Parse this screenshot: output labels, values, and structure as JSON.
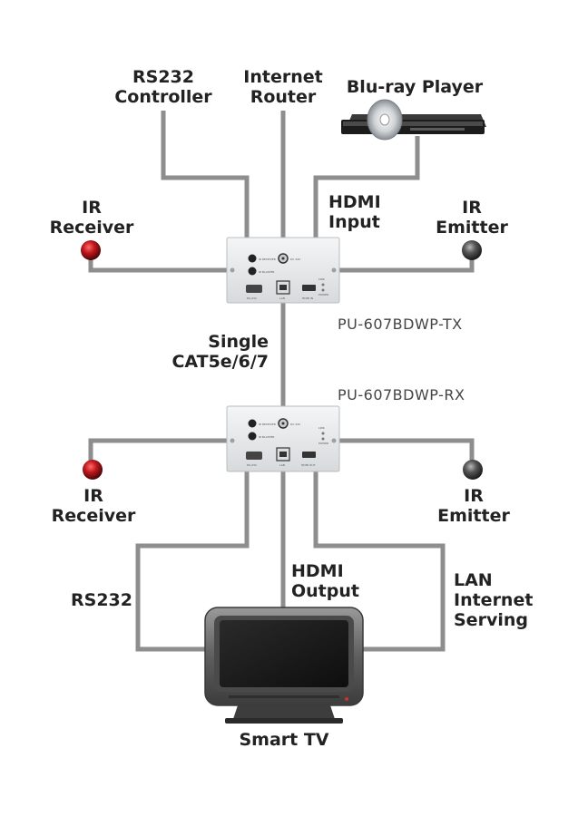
{
  "labels": {
    "rs232_controller": [
      "RS232",
      "Controller"
    ],
    "internet_router": [
      "Internet",
      "Router"
    ],
    "bluray_player": "Blu-ray Player",
    "hdmi_input": [
      "HDMI",
      "Input"
    ],
    "ir_receiver_top": [
      "IR",
      "Receiver"
    ],
    "ir_emitter_top": [
      "IR",
      "Emitter"
    ],
    "single_cat": [
      "Single",
      "CAT5e/6/7"
    ],
    "ir_receiver_bottom": [
      "IR",
      "Receiver"
    ],
    "ir_emitter_bottom": [
      "IR",
      "Emitter"
    ],
    "rs232": "RS232",
    "hdmi_output": [
      "HDMI",
      "Output"
    ],
    "lan": [
      "LAN",
      "Internet",
      "Serving"
    ],
    "smart_tv": "Smart TV"
  },
  "models": {
    "tx": "PU-607BDWP-TX",
    "rx": "PU-607BDWP-RX"
  },
  "plate_text": {
    "tx": {
      "ir_receiver": "IR RECEIVER",
      "ir_blaster": "IR BLASTER",
      "dc_in": "DC 24V",
      "rs232": "RS-232",
      "lan": "LAN",
      "hdmi": "HDMI IN",
      "link": "LINK",
      "power": "POWER"
    },
    "rx": {
      "ir_receiver": "IR RECEIVER",
      "ir_blaster": "IR BLASTER",
      "dc_in": "DC 24V",
      "rs232": "RS-232",
      "lan": "LAN",
      "hdmi": "HDMI OUT",
      "link": "LINK",
      "power": "POWER"
    }
  },
  "colors": {
    "cable": "#8e8e8e",
    "ir_receiver": "#c0181d",
    "ir_emitter": "#555555",
    "plate": "#e6e8ea",
    "tv_frame": "#6d6d6d"
  }
}
